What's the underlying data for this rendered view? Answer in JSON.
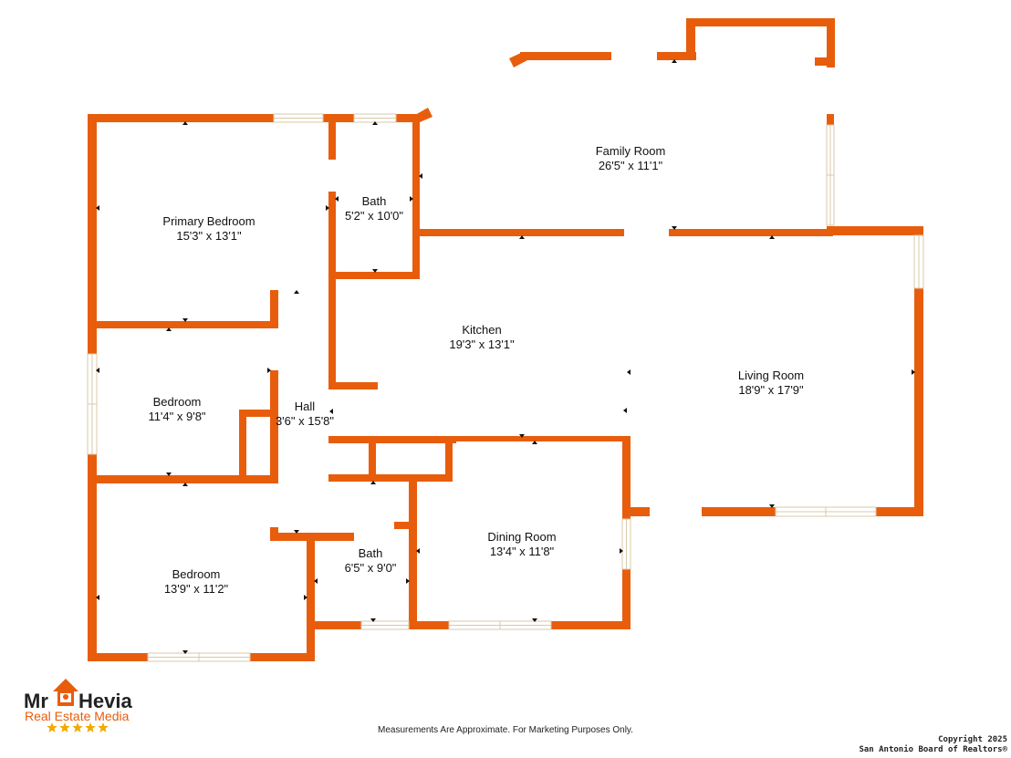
{
  "rooms": {
    "primary_bedroom": {
      "name": "Primary Bedroom",
      "size": "15'3\" x 13'1\""
    },
    "bath_upper": {
      "name": "Bath",
      "size": "5'2\" x 10'0\""
    },
    "family_room": {
      "name": "Family Room",
      "size": "26'5\" x 11'1\""
    },
    "kitchen": {
      "name": "Kitchen",
      "size": "19'3\" x 13'1\""
    },
    "living_room": {
      "name": "Living Room",
      "size": "18'9\" x 17'9\""
    },
    "bedroom_middle": {
      "name": "Bedroom",
      "size": "11'4\" x 9'8\""
    },
    "hall": {
      "name": "Hall",
      "size": "3'6\" x 15'8\""
    },
    "dining_room": {
      "name": "Dining Room",
      "size": "13'4\" x 11'8\""
    },
    "bath_lower": {
      "name": "Bath",
      "size": "6'5\" x 9'0\""
    },
    "bedroom_lower": {
      "name": "Bedroom",
      "size": "13'9\" x 11'2\""
    }
  },
  "logo": {
    "word1": "Mr",
    "word2": "Hevia",
    "subtitle": "Real Estate Media",
    "stars": 5
  },
  "footer": {
    "disclaimer": "Measurements Are Approximate. For Marketing Purposes Only.",
    "copyright_line1": "Copyright 2025",
    "copyright_line2": "San Antonio Board of Realtors®"
  },
  "colors": {
    "wall": "#e85d0c",
    "window_frame": "#d9c8a8",
    "logo_accent": "#e85d0c",
    "star": "#f2a900"
  }
}
